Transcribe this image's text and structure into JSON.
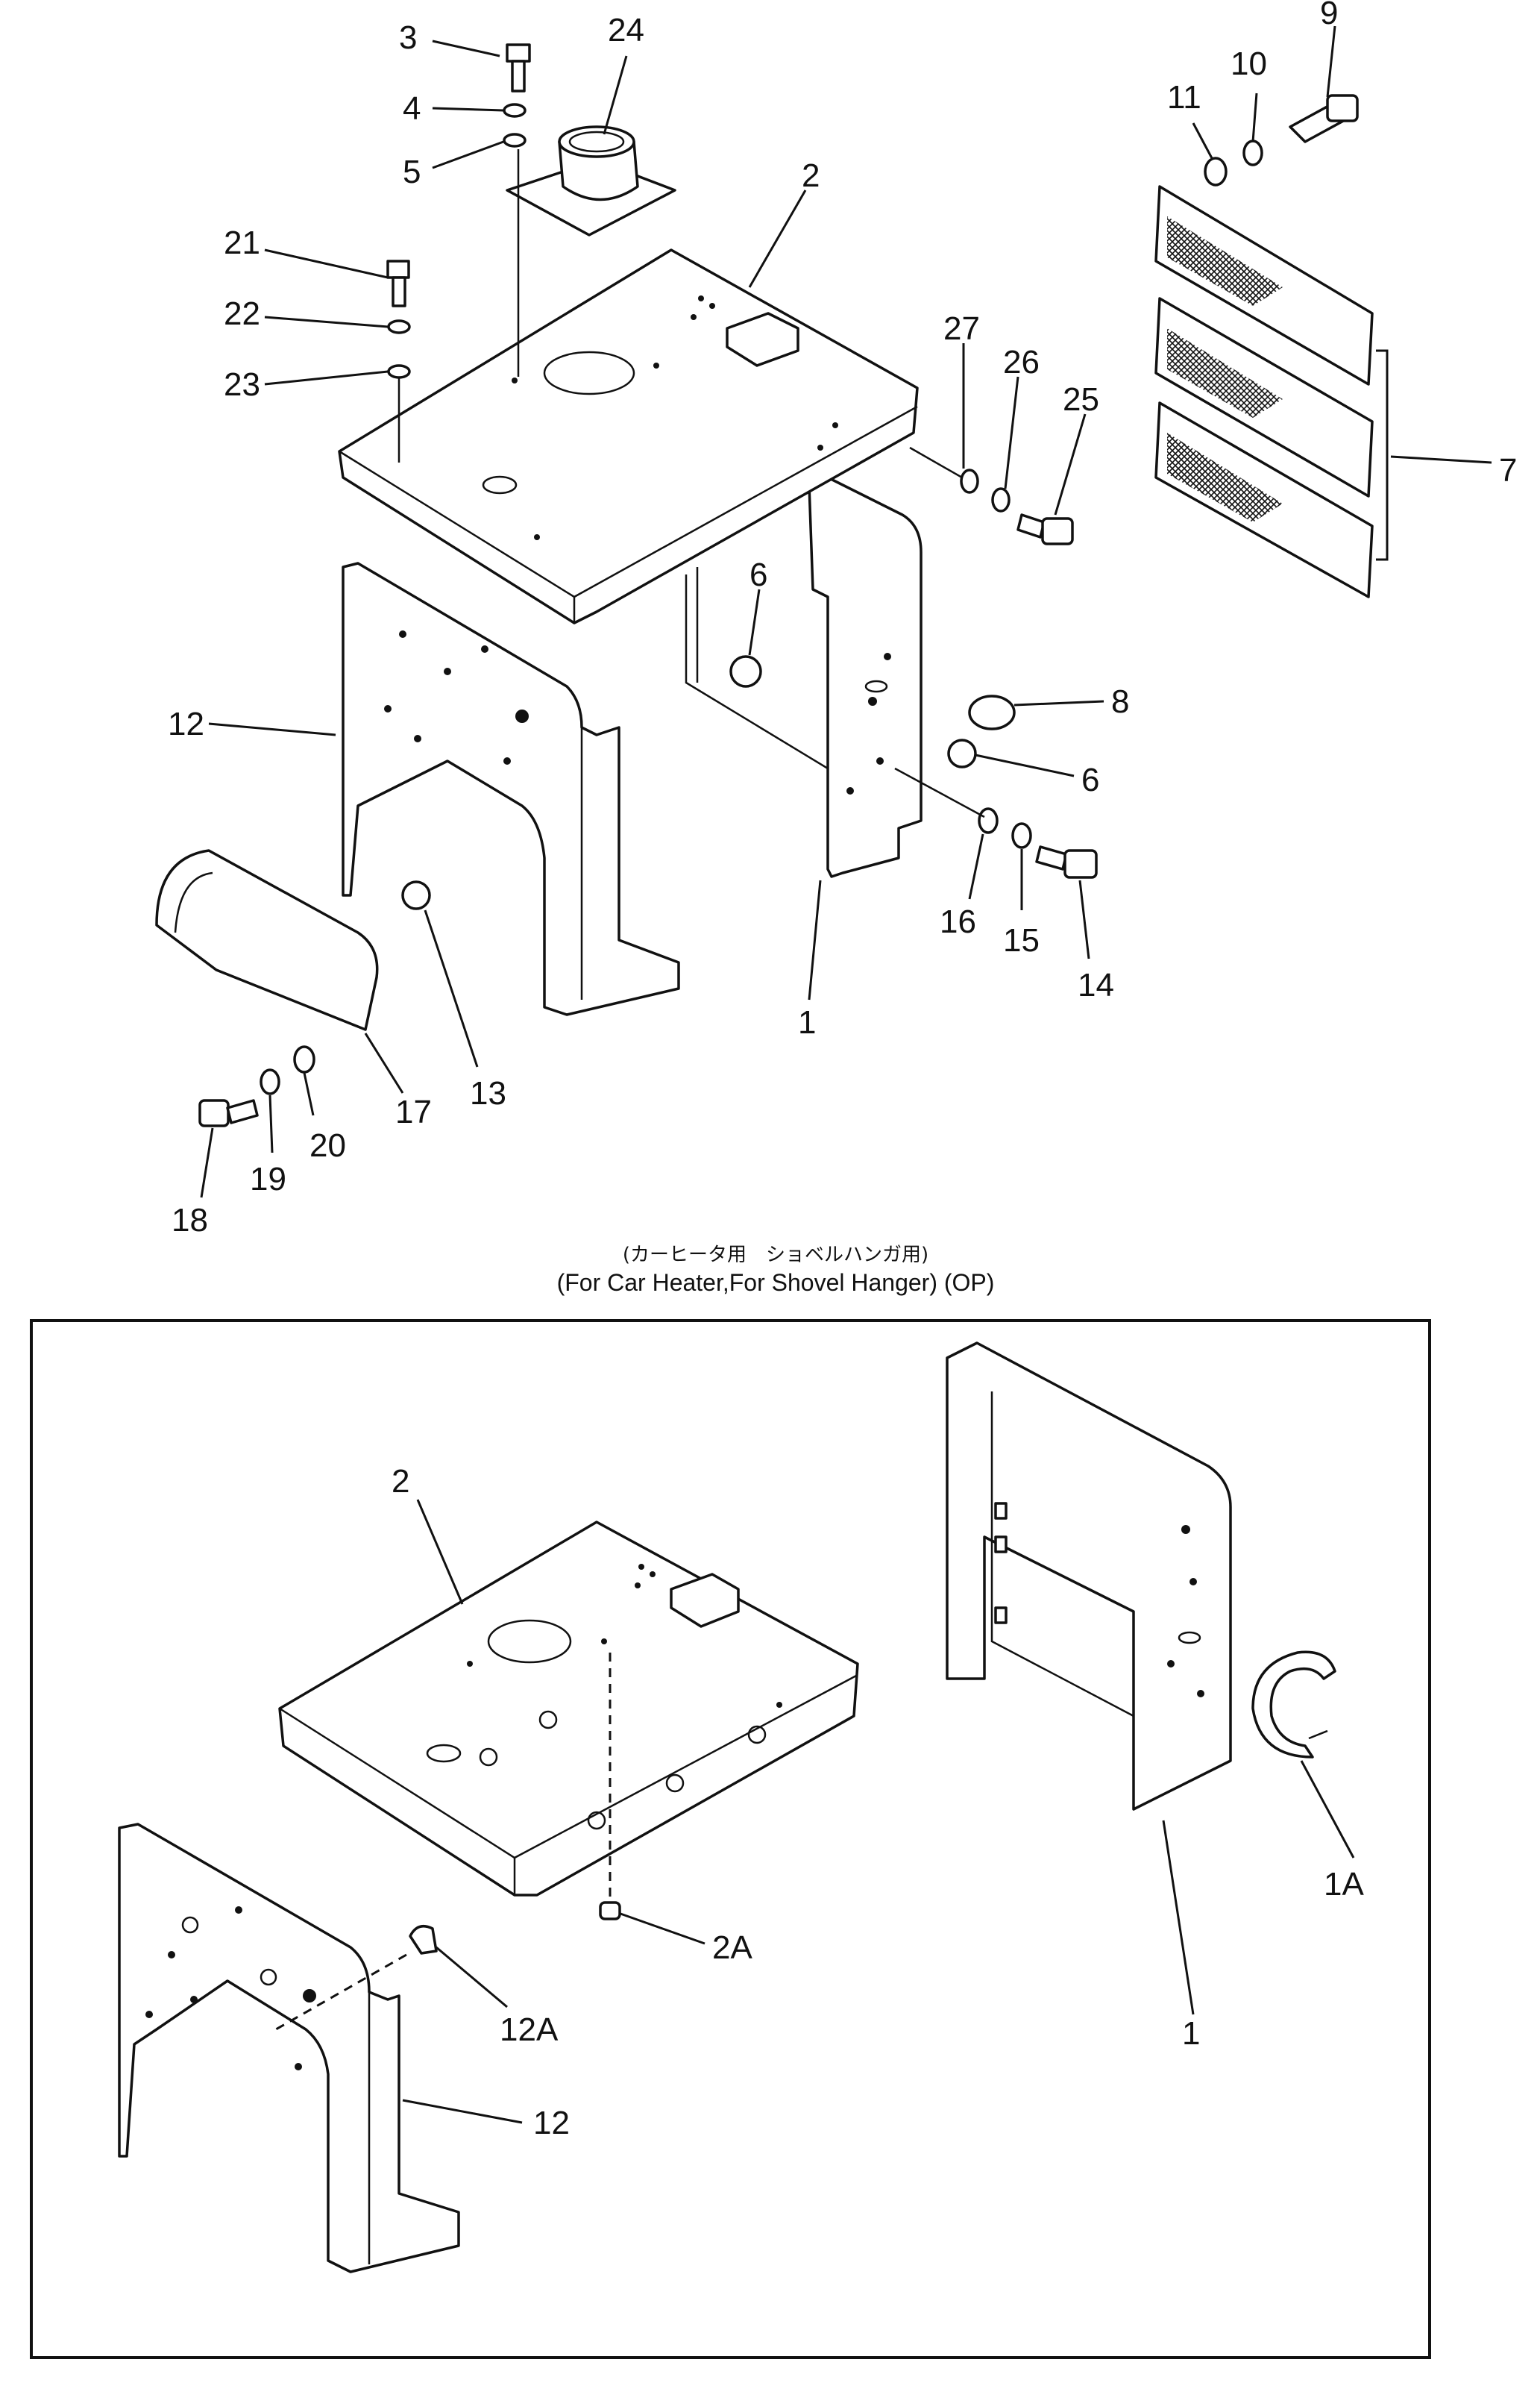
{
  "caption": {
    "japanese": "(カーヒータ用　ショベルハンガ用)",
    "english": "(For Car Heater,For Shovel Hanger) (OP)"
  },
  "callouts_main": [
    "3",
    "24",
    "4",
    "5",
    "2",
    "9",
    "10",
    "11",
    "21",
    "22",
    "23",
    "27",
    "26",
    "25",
    "7",
    "6",
    "12",
    "8",
    "6",
    "1",
    "16",
    "15",
    "14",
    "13",
    "17",
    "20",
    "19",
    "18"
  ],
  "callouts_inset": [
    "2",
    "1A",
    "2A",
    "12A",
    "1",
    "12"
  ]
}
